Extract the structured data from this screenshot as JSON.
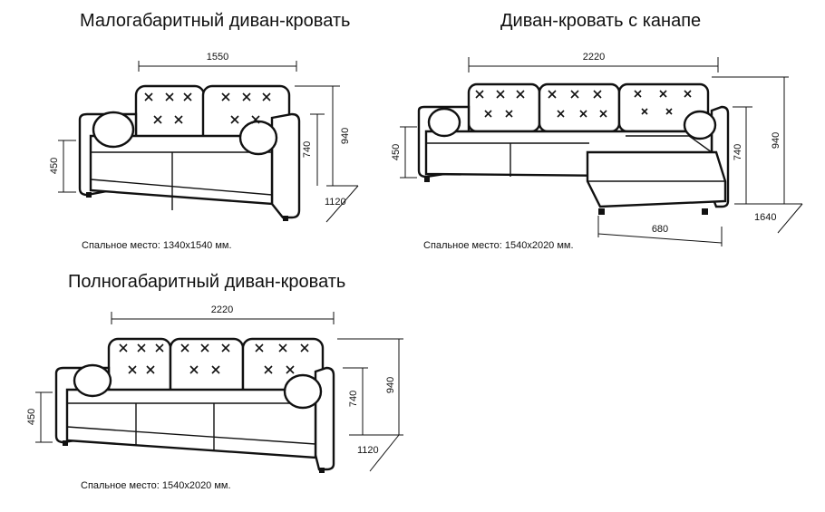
{
  "sofas": [
    {
      "title": "Малогабаритный диван-кровать",
      "width": "1550",
      "height": "940",
      "seat_height": "740",
      "depth": "1120",
      "side_height": "450",
      "sleep": "Спальное место: 1340х1540 мм."
    },
    {
      "title": "Диван-кровать с канапе",
      "width": "2220",
      "height": "940",
      "seat_height": "740",
      "depth": "1640",
      "side_height": "450",
      "chaise_width": "680",
      "sleep": "Спальное место: 1540х2020 мм."
    },
    {
      "title": "Полногабаритный диван-кровать",
      "width": "2220",
      "height": "940",
      "seat_height": "740",
      "depth": "1120",
      "side_height": "450",
      "sleep": "Спальное место: 1540х2020 мм."
    }
  ]
}
